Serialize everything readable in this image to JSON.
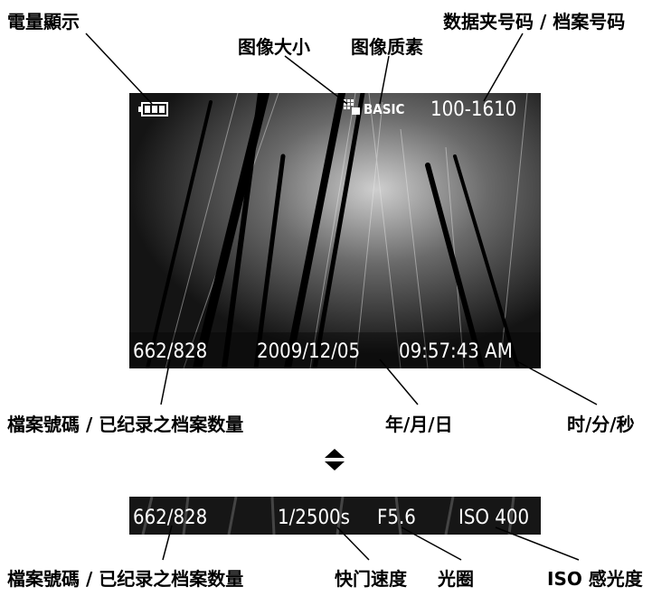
{
  "labels": {
    "battery": "電量顯示",
    "image_size": "图像大小",
    "image_quality": "图像质素",
    "folder_file": "数据夹号码 / 档案号码",
    "file_count_top": "檔案號碼 / 已纪录之档案数量",
    "date": "年/月/日",
    "time": "时/分/秒",
    "file_count_bottom": "檔案號碼 / 已纪录之档案数量",
    "shutter": "快门速度",
    "aperture": "光圈",
    "iso": "ISO 感光度"
  },
  "display_top": {
    "quality": "BASIC",
    "folder_file": "100-1610",
    "count": "662/828",
    "date": "2009/12/05",
    "time": "09:57:43 AM"
  },
  "display_bottom": {
    "count": "662/828",
    "shutter": "1/2500s",
    "aperture": "F5.6",
    "iso": "ISO 400"
  },
  "icons": [
    "battery-icon",
    "image-size-icon",
    "toggle-arrows-icon"
  ],
  "colors": {
    "text": "#000000",
    "screen_bg": "#0c0c0c",
    "osd_text": "#ffffff"
  }
}
